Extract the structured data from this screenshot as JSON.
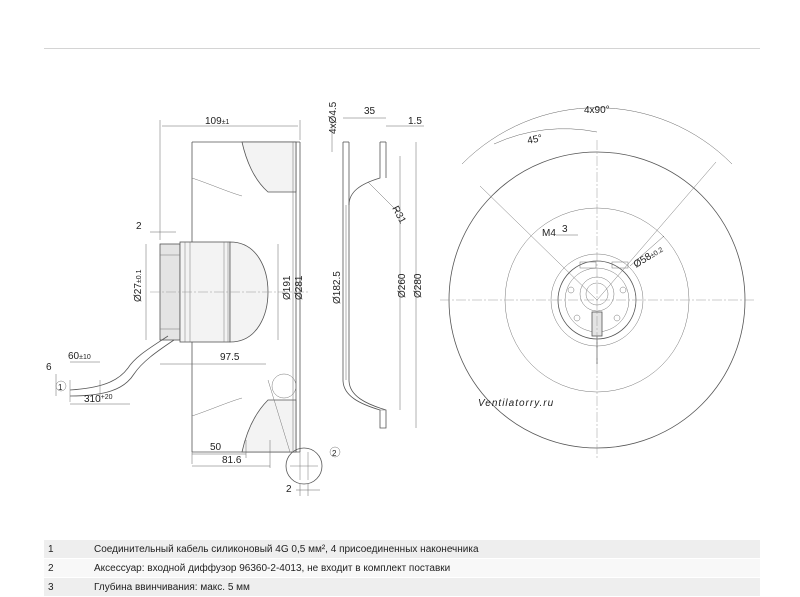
{
  "side_view": {
    "dim_width": "109",
    "dim_width_tol": "±1",
    "dim_step": "2",
    "dim_hub": "Ø27",
    "dim_hub_tol": "±0.1",
    "dim_d191": "Ø191",
    "dim_d281": "Ø281",
    "dim_975": "97.5",
    "dim_50": "50",
    "dim_816": "81.6",
    "dim_6": "6",
    "dim_60": "60",
    "dim_60_tol": "±10",
    "dim_310": "310",
    "dim_310_tol": "+20",
    "callout_1": "1",
    "callout_2": "2",
    "dim_detail_2": "2"
  },
  "section_view": {
    "dim_holes": "4xØ4.5",
    "dim_35": "35",
    "dim_15": "1.5",
    "dim_r31": "R31",
    "dim_d1825": "Ø182.5",
    "dim_d260": "Ø260",
    "dim_d280": "Ø280"
  },
  "front_view": {
    "dim_4x90": "4x90°",
    "dim_45": "45°",
    "dim_m4": "M4",
    "dim_3": "3",
    "dim_d58": "Ø58",
    "dim_d58_tol": "±0.2"
  },
  "watermark": "Ventilatorry.ru",
  "notes": [
    {
      "num": "1",
      "text": "Соединительный кабель силиконовый 4G 0,5 мм², 4 присоединенных наконечника"
    },
    {
      "num": "2",
      "text": "Аксессуар: входной диффузор 96360-2-4013, не входит в комплект поставки"
    },
    {
      "num": "3",
      "text": "Глубина ввинчивания: макс. 5 мм"
    }
  ]
}
